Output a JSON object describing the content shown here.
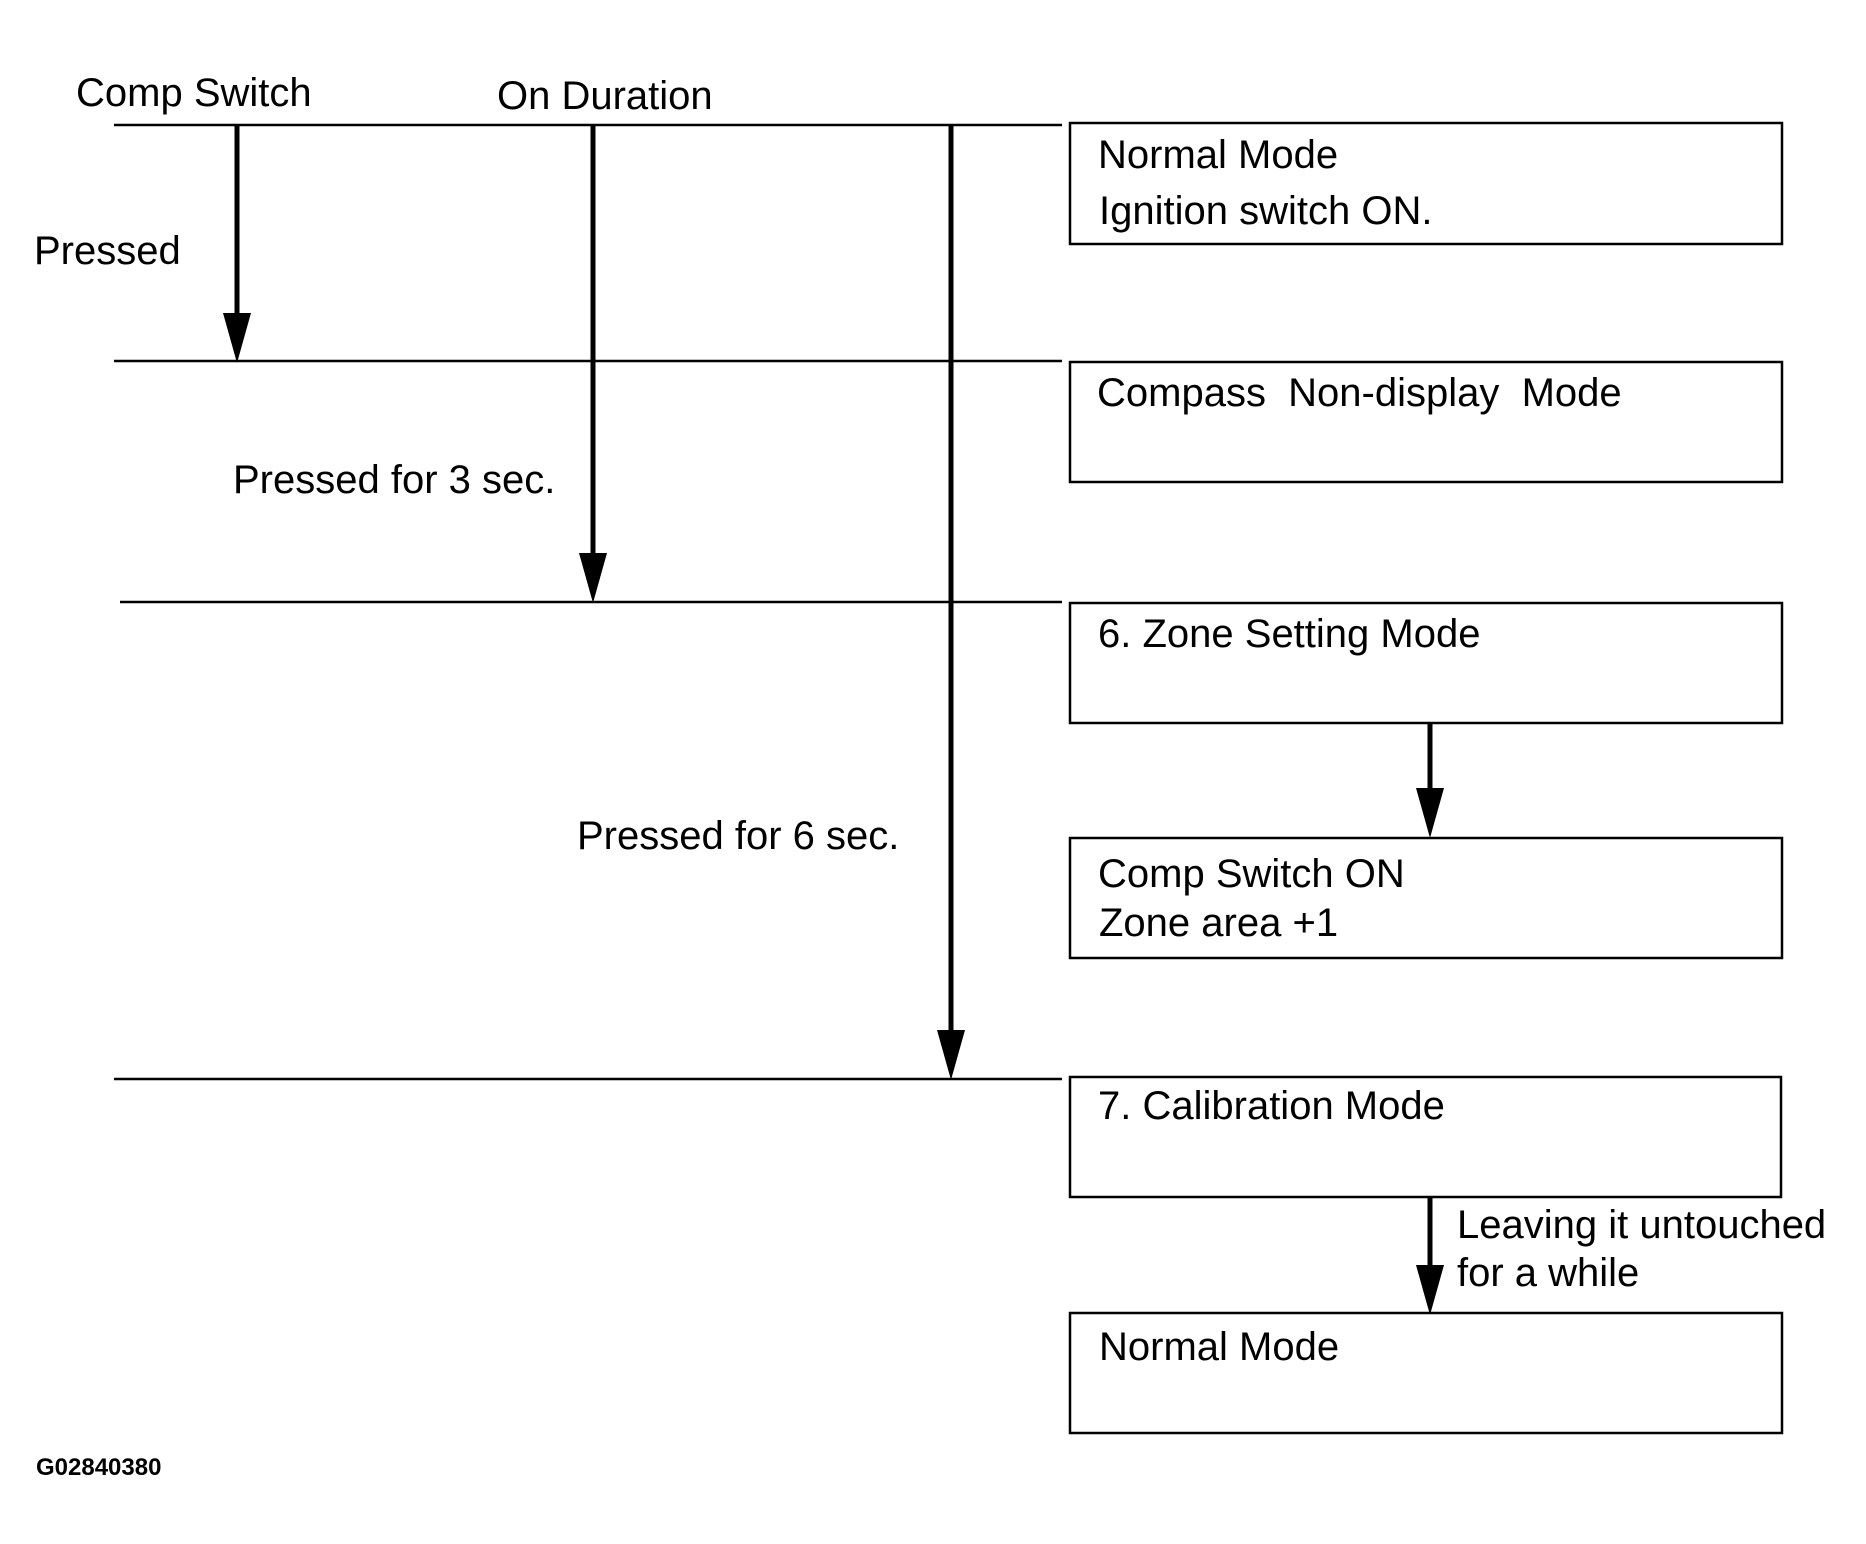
{
  "header": {
    "col_switch": "Comp Switch",
    "col_duration": "On Duration"
  },
  "labels": {
    "pressed": "Pressed",
    "pressed_3": "Pressed for 3 sec.",
    "pressed_6": "Pressed for 6 sec.",
    "untouched_1": "Leaving it untouched",
    "untouched_2": "for a while"
  },
  "boxes": [
    {
      "line1": "Normal Mode",
      "line2": "Ignition switch ON."
    },
    {
      "line1": "Compass  Non-display  Mode",
      "line2": ""
    },
    {
      "line1": "6. Zone Setting Mode",
      "line2": ""
    },
    {
      "line1": "Comp Switch ON",
      "line2": "Zone area +1"
    },
    {
      "line1": "7. Calibration Mode",
      "line2": ""
    },
    {
      "line1": "Normal Mode",
      "line2": ""
    }
  ],
  "figure_id": "G02840380"
}
